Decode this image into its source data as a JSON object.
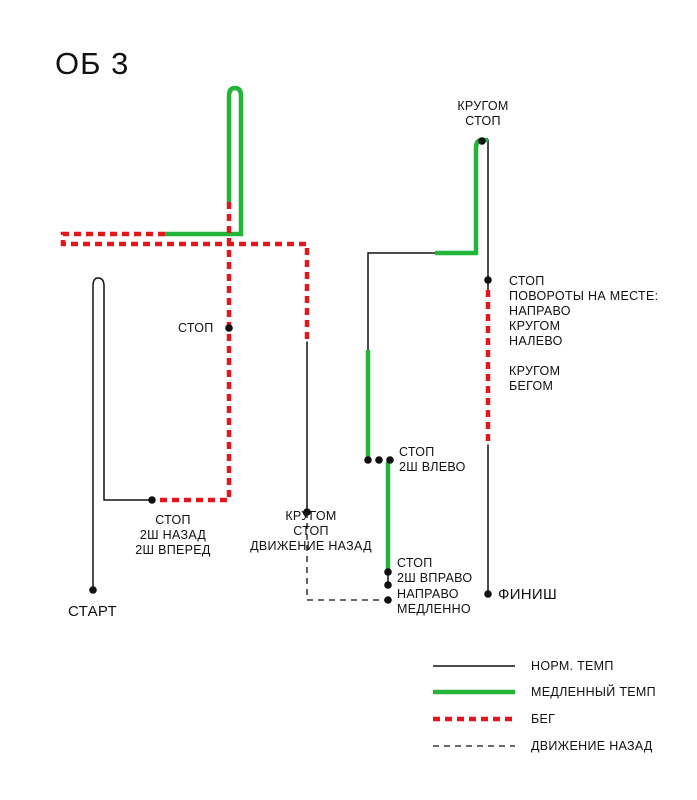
{
  "title": "ОБ 3",
  "colors": {
    "normal": "#111111",
    "slow": "#22b53a",
    "run": "#e3161b",
    "back": "#111111"
  },
  "labels": {
    "start": "СТАРТ",
    "finish": "ФИНИШ",
    "stop_mid": "СТОП",
    "left_bottom": [
      "СТОП",
      "2Ш НАЗАД",
      "2Ш ВПЕРЕД"
    ],
    "mid_bottom": [
      "КРУГОМ",
      "СТОП",
      "ДВИЖЕНИЕ НАЗАД"
    ],
    "stop_left2": [
      "СТОП",
      "2Ш ВЛЕВО"
    ],
    "stop_right2": [
      "СТОП",
      "2Ш ВПРАВО"
    ],
    "right_slow": [
      "НАПРАВО",
      "МЕДЛЕННО"
    ],
    "top_right": [
      "КРУГОМ",
      "СТОП"
    ],
    "right_list": [
      "СТОП",
      "ПОВОРОТЫ НА МЕСТЕ:",
      "НАПРАВО",
      "КРУГОМ",
      "НАЛЕВО"
    ],
    "right_run": [
      "КРУГОМ",
      "БЕГОМ"
    ]
  },
  "legend": [
    {
      "key": "normal",
      "label": "НОРМ. ТЕМП"
    },
    {
      "key": "slow",
      "label": "МЕДЛЕННЫЙ ТЕМП"
    },
    {
      "key": "run",
      "label": "БЕГ"
    },
    {
      "key": "back",
      "label": "ДВИЖЕНИЕ НАЗАД"
    }
  ]
}
